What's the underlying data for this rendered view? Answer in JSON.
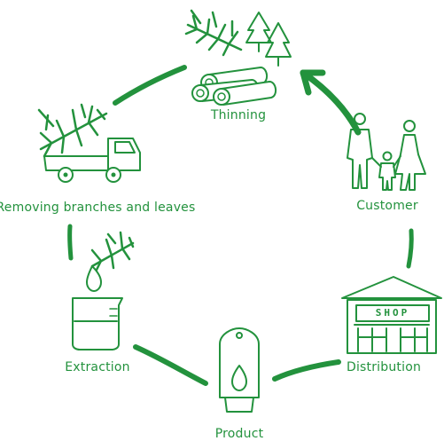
{
  "colors": {
    "ink": "#23923d",
    "background": "#ffffff"
  },
  "cycle": {
    "stages": [
      {
        "id": "thinning",
        "label": "Thinning",
        "icon": "logs-and-trees-icon"
      },
      {
        "id": "customer",
        "label": "Customer",
        "icon": "family-icon"
      },
      {
        "id": "distribution",
        "label": "Distribution",
        "icon": "shop-icon"
      },
      {
        "id": "product",
        "label": "Product",
        "icon": "spray-bottle-icon"
      },
      {
        "id": "extraction",
        "label": "Extraction",
        "icon": "beaker-with-droplet-icon"
      },
      {
        "id": "removing",
        "label": "Removing branches and leaves",
        "icon": "truck-with-branches-icon"
      }
    ],
    "shop_sign": "SHOP",
    "arrow_direction": "customer-to-thinning"
  }
}
